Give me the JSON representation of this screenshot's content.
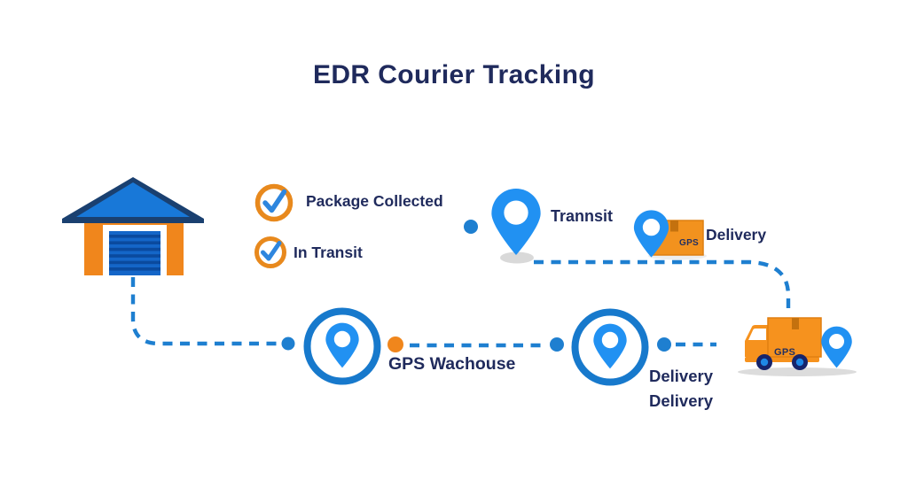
{
  "title": "EDR Courier Tracking",
  "checklist": {
    "items": [
      {
        "label": "Package Collected"
      },
      {
        "label": "In Transit"
      }
    ]
  },
  "stops": {
    "transit": {
      "label": "Trannsit"
    },
    "delivery_box": {
      "label": "Delivery",
      "gps_text": "GPS"
    },
    "gps_warehouse": {
      "label": "GPS Wachouse"
    },
    "final_delivery": {
      "label_line1": "Delivery",
      "label_line2": "Delivery"
    },
    "truck": {
      "gps_text": "GPS"
    }
  },
  "colors": {
    "title_navy": "#1F2A5C",
    "pin_blue": "#2191F2",
    "dash_blue": "#1E7FD0",
    "ring_blue": "#1779CC",
    "check_blue": "#2E86DE",
    "accent_orange": "#F0861C",
    "box_orange": "#F2921E",
    "tape_orange": "#C4710E",
    "roof_blue": "#1878D8",
    "roof_trim_navy": "#1A4070",
    "door_blue": "#1466C8",
    "door_stripe_blue": "#0A4A9E",
    "wheel_navy": "#16246B",
    "shadow_gray": "#DCDCDC"
  }
}
